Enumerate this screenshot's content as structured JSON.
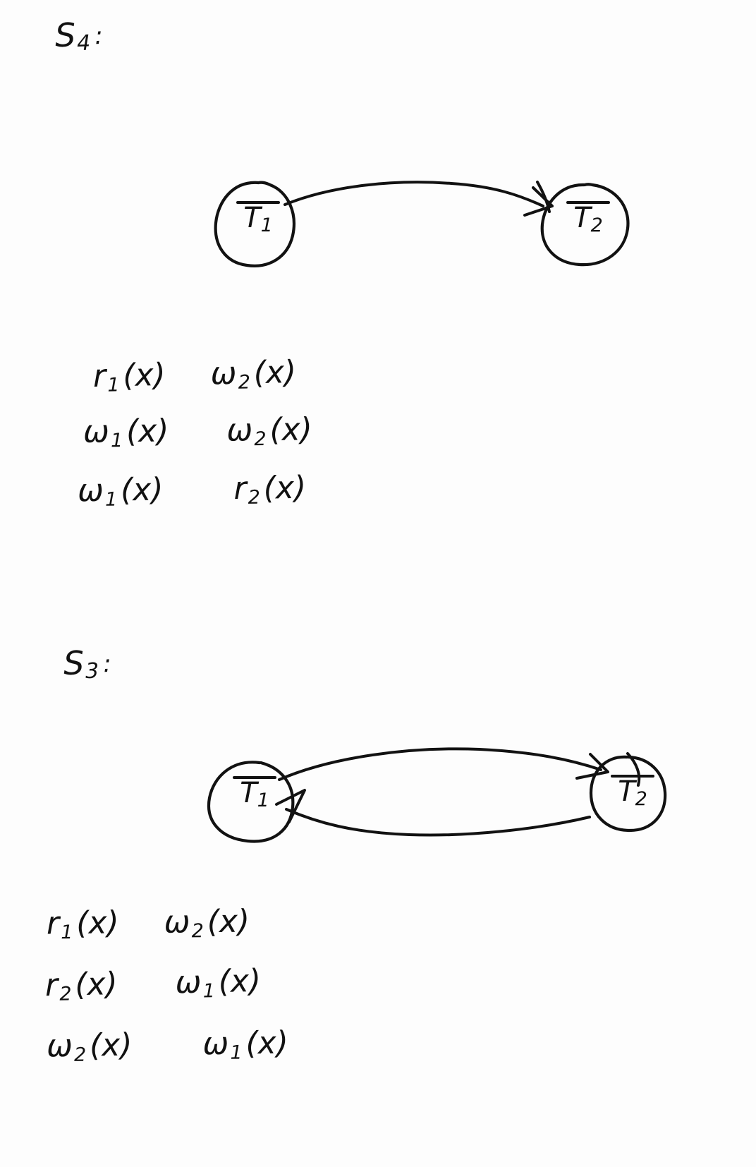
{
  "document": {
    "type": "handwritten-notes",
    "background_color": "#fdfdfd",
    "ink_color": "#121212"
  },
  "sections": [
    {
      "id": "s4",
      "label_main": "S",
      "label_sub": "4",
      "label_colon": ":",
      "graph": {
        "nodes": [
          {
            "id": "n1",
            "label_main": "T",
            "label_sub": "1",
            "overline": true
          },
          {
            "id": "n2",
            "label_main": "T",
            "label_sub": "2",
            "overline": true
          }
        ],
        "edges": [
          {
            "from": "n1",
            "to": "n2",
            "direction": "forward"
          }
        ]
      },
      "operations": [
        {
          "left": {
            "sym": "r",
            "sub": "1",
            "arg": "(x)"
          },
          "right": {
            "sym": "ω",
            "sub": "2",
            "arg": "(x)"
          }
        },
        {
          "left": {
            "sym": "ω",
            "sub": "1",
            "arg": "(x)"
          },
          "right": {
            "sym": "ω",
            "sub": "2",
            "arg": "(x)"
          }
        },
        {
          "left": {
            "sym": "ω",
            "sub": "1",
            "arg": "(x)"
          },
          "right": {
            "sym": "r",
            "sub": "2",
            "arg": "(x)"
          }
        }
      ]
    },
    {
      "id": "s3",
      "label_main": "S",
      "label_sub": "3",
      "label_colon": ":",
      "graph": {
        "nodes": [
          {
            "id": "n1",
            "label_main": "T",
            "label_sub": "1",
            "overline": true
          },
          {
            "id": "n2",
            "label_main": "T",
            "label_sub": "2",
            "overline": true
          }
        ],
        "edges": [
          {
            "from": "n1",
            "to": "n2",
            "direction": "forward"
          },
          {
            "from": "n2",
            "to": "n1",
            "direction": "forward"
          }
        ]
      },
      "operations": [
        {
          "left": {
            "sym": "r",
            "sub": "1",
            "arg": "(x)"
          },
          "right": {
            "sym": "ω",
            "sub": "2",
            "arg": "(x)"
          }
        },
        {
          "left": {
            "sym": "r",
            "sub": "2",
            "arg": "(x)"
          },
          "right": {
            "sym": "ω",
            "sub": "1",
            "arg": "(x)"
          }
        },
        {
          "left": {
            "sym": "ω",
            "sub": "2",
            "arg": "(x)"
          },
          "right": {
            "sym": "ω",
            "sub": "1",
            "arg": "(x)"
          }
        }
      ]
    }
  ]
}
